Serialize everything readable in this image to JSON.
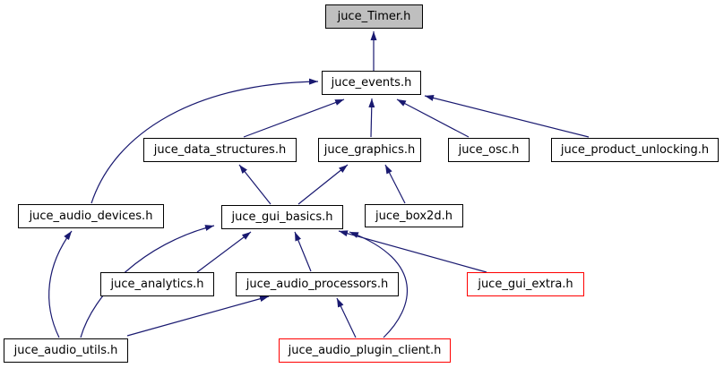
{
  "graph": {
    "colors": {
      "edge": "#191970",
      "node_border": "#000000",
      "highlight_border": "#ff0000",
      "root_fill": "#bfbfbf",
      "node_fill": "#ffffff",
      "text": "#000000",
      "background": "#ffffff"
    },
    "nodes": [
      {
        "label": "juce_Timer.h",
        "role": "root",
        "fill": "#bfbfbf",
        "border": "#000000"
      },
      {
        "label": "juce_events.h",
        "fill": "#ffffff",
        "border": "#000000"
      },
      {
        "label": "juce_data_structures.h",
        "fill": "#ffffff",
        "border": "#000000"
      },
      {
        "label": "juce_graphics.h",
        "fill": "#ffffff",
        "border": "#000000"
      },
      {
        "label": "juce_osc.h",
        "fill": "#ffffff",
        "border": "#000000"
      },
      {
        "label": "juce_product_unlocking.h",
        "fill": "#ffffff",
        "border": "#000000"
      },
      {
        "label": "juce_audio_devices.h",
        "fill": "#ffffff",
        "border": "#000000"
      },
      {
        "label": "juce_gui_basics.h",
        "fill": "#ffffff",
        "border": "#000000"
      },
      {
        "label": "juce_box2d.h",
        "fill": "#ffffff",
        "border": "#000000"
      },
      {
        "label": "juce_analytics.h",
        "fill": "#ffffff",
        "border": "#000000"
      },
      {
        "label": "juce_audio_processors.h",
        "fill": "#ffffff",
        "border": "#000000"
      },
      {
        "label": "juce_gui_extra.h",
        "fill": "#ffffff",
        "border": "#ff0000"
      },
      {
        "label": "juce_audio_utils.h",
        "fill": "#ffffff",
        "border": "#000000"
      },
      {
        "label": "juce_audio_plugin_client.h",
        "fill": "#ffffff",
        "border": "#ff0000"
      }
    ],
    "edges": [
      {
        "from": "juce_events.h",
        "to": "juce_Timer.h"
      },
      {
        "from": "juce_data_structures.h",
        "to": "juce_events.h"
      },
      {
        "from": "juce_graphics.h",
        "to": "juce_events.h"
      },
      {
        "from": "juce_osc.h",
        "to": "juce_events.h"
      },
      {
        "from": "juce_product_unlocking.h",
        "to": "juce_events.h"
      },
      {
        "from": "juce_audio_devices.h",
        "to": "juce_events.h"
      },
      {
        "from": "juce_gui_basics.h",
        "to": "juce_data_structures.h"
      },
      {
        "from": "juce_gui_basics.h",
        "to": "juce_graphics.h"
      },
      {
        "from": "juce_box2d.h",
        "to": "juce_graphics.h"
      },
      {
        "from": "juce_analytics.h",
        "to": "juce_gui_basics.h"
      },
      {
        "from": "juce_audio_processors.h",
        "to": "juce_gui_basics.h"
      },
      {
        "from": "juce_gui_extra.h",
        "to": "juce_gui_basics.h"
      },
      {
        "from": "juce_audio_plugin_client.h",
        "to": "juce_gui_basics.h"
      },
      {
        "from": "juce_audio_plugin_client.h",
        "to": "juce_audio_processors.h"
      },
      {
        "from": "juce_audio_utils.h",
        "to": "juce_audio_devices.h"
      },
      {
        "from": "juce_audio_utils.h",
        "to": "juce_gui_basics.h"
      },
      {
        "from": "juce_audio_utils.h",
        "to": "juce_audio_processors.h"
      }
    ]
  }
}
